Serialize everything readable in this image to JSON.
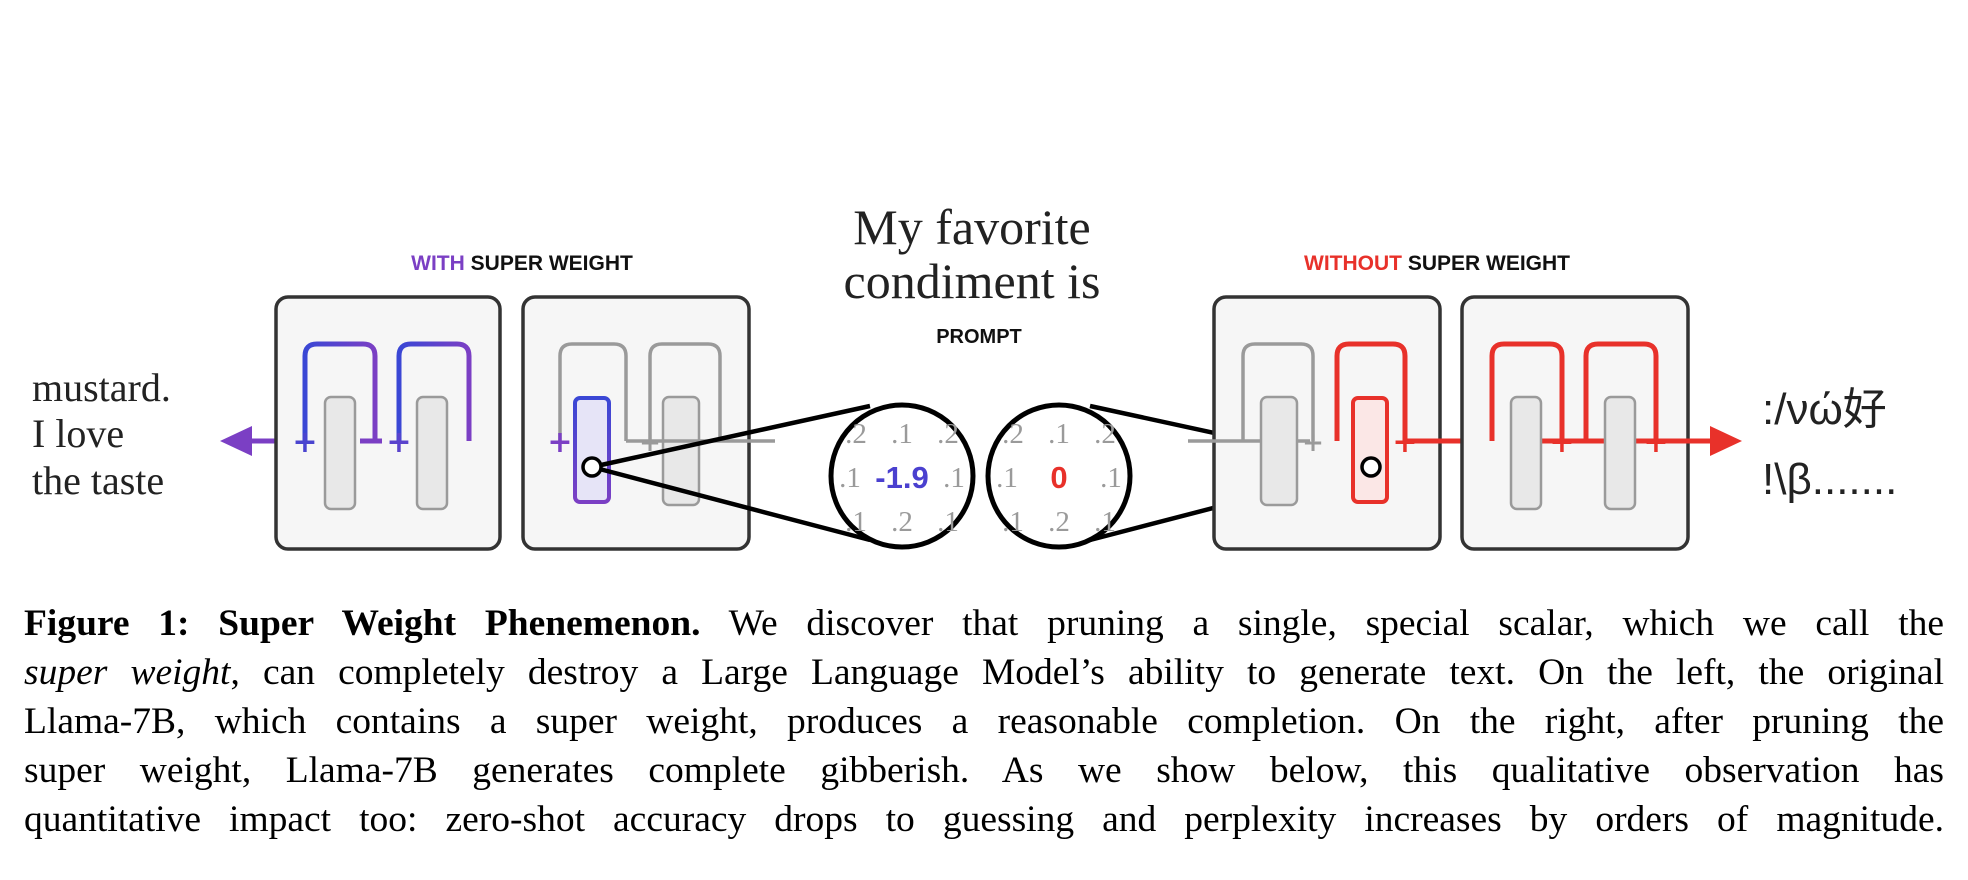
{
  "left_section": {
    "title_highlight": "WITH",
    "title_rest": " SUPER WEIGHT",
    "output_lines": [
      "mustard.",
      "I love",
      "the taste"
    ]
  },
  "right_section": {
    "title_highlight": "WITHOUT",
    "title_rest": " SUPER WEIGHT",
    "output_lines": [
      ":/νώ好",
      "!\\β......."
    ]
  },
  "prompt": {
    "text_lines": [
      "My favorite",
      "condiment is"
    ],
    "label": "PROMPT"
  },
  "left_zoom": {
    "row1": [
      ".2",
      ".1",
      ".2"
    ],
    "row2": [
      ".1",
      "-1.9",
      ".1"
    ],
    "row3": [
      ".1",
      ".2",
      ".1"
    ]
  },
  "right_zoom": {
    "row1": [
      ".2",
      ".1",
      ".2"
    ],
    "row2": [
      ".1",
      "0",
      ".1"
    ],
    "row3": [
      ".1",
      ".2",
      ".1"
    ]
  },
  "caption": {
    "label": "Figure 1:",
    "title": "Super Weight Phenemenon.",
    "line1_rest": "We discover that pruning a single, special scalar, which we call the",
    "italic_term": "super weight",
    "line2_rest": ", can completely destroy a Large Language Model’s ability to generate text. On the left, the original",
    "line3": "Llama-7B, which contains a super weight, produces a reasonable completion. On the right, after pruning the",
    "line4": "super weight, Llama-7B generates complete gibberish.  As we show below, this qualitative observation has",
    "line5": "quantitative impact too: zero-shot accuracy drops to guessing and perplexity increases by orders of magnitude."
  },
  "colors": {
    "purple": "#7b3fc4",
    "blue": "#3a47d5",
    "red": "#e8312a",
    "grey": "#9a9a9a",
    "box_fill": "#f6f6f6",
    "box_stroke": "#333333"
  }
}
